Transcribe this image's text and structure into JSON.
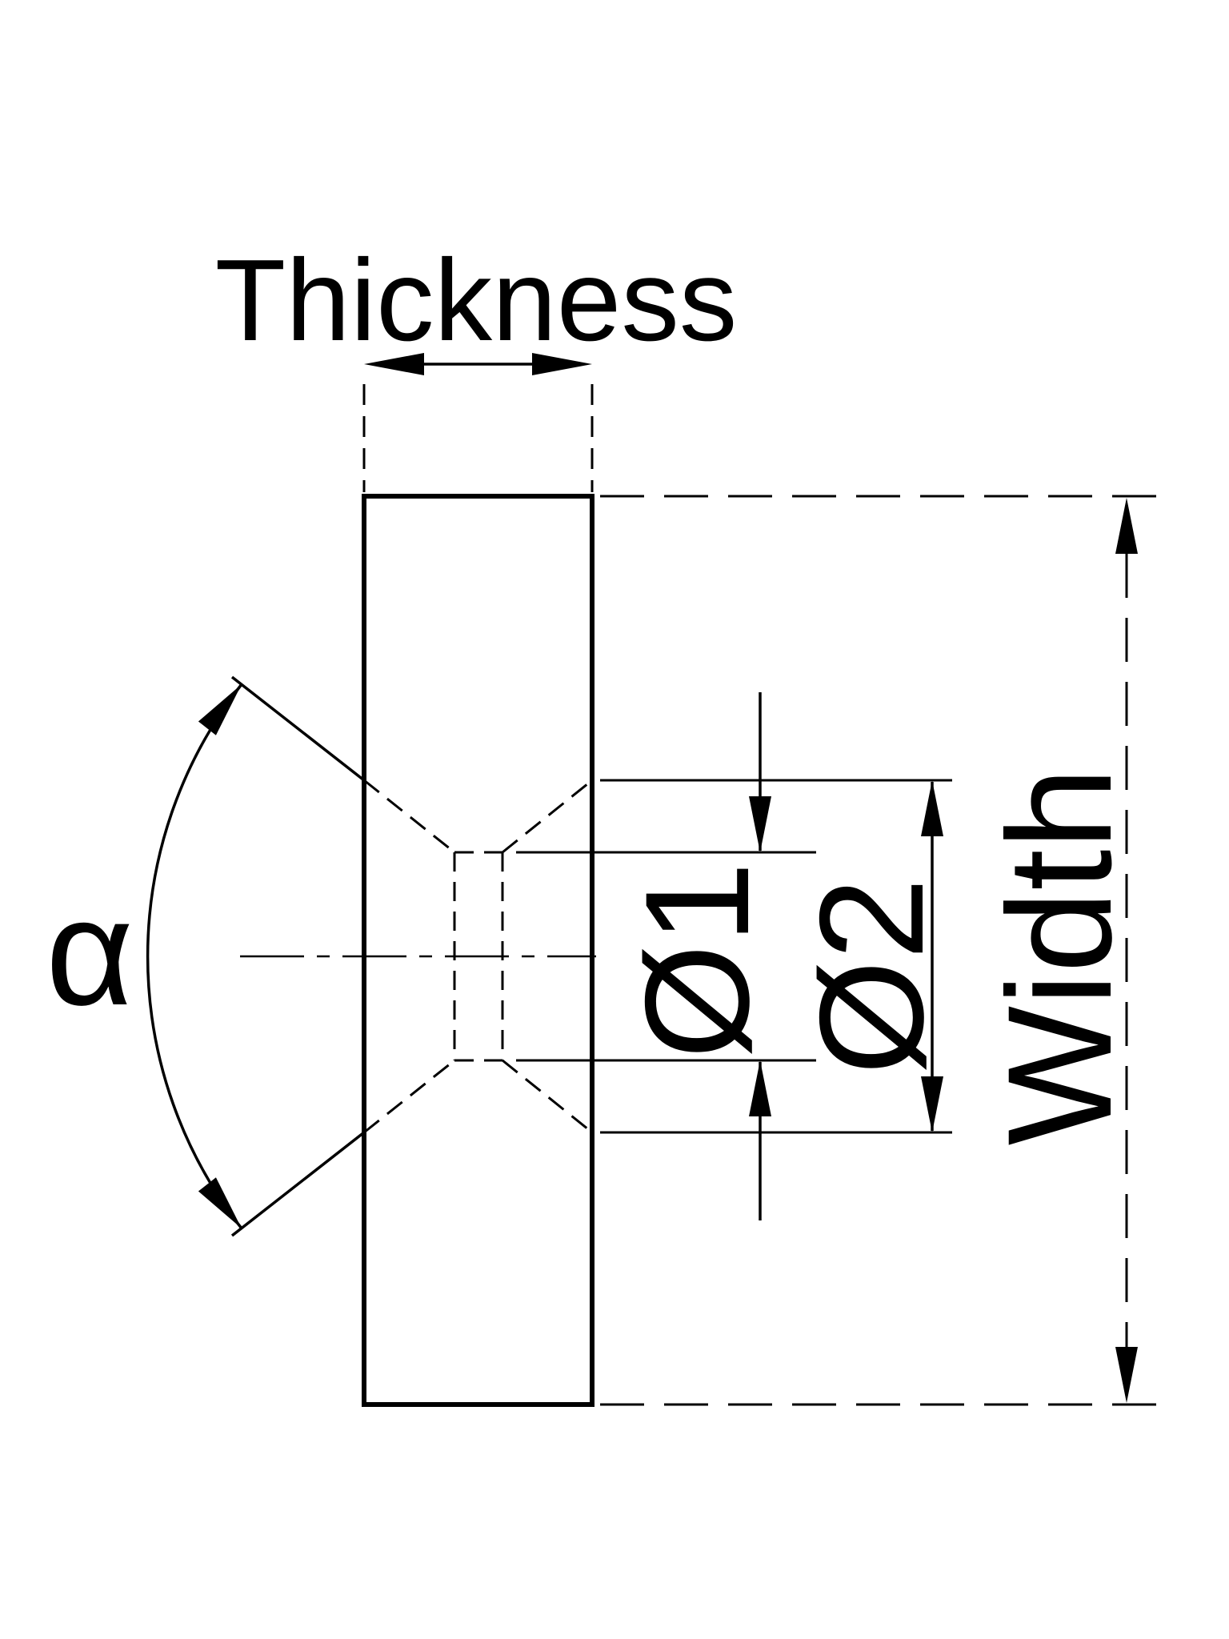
{
  "drawing": {
    "background_color": "#ffffff",
    "line_color": "#000000",
    "labels": {
      "thickness": "Thickness",
      "angle": "α",
      "d1": "Ø1",
      "d2": "Ø2",
      "width": "Width"
    }
  }
}
